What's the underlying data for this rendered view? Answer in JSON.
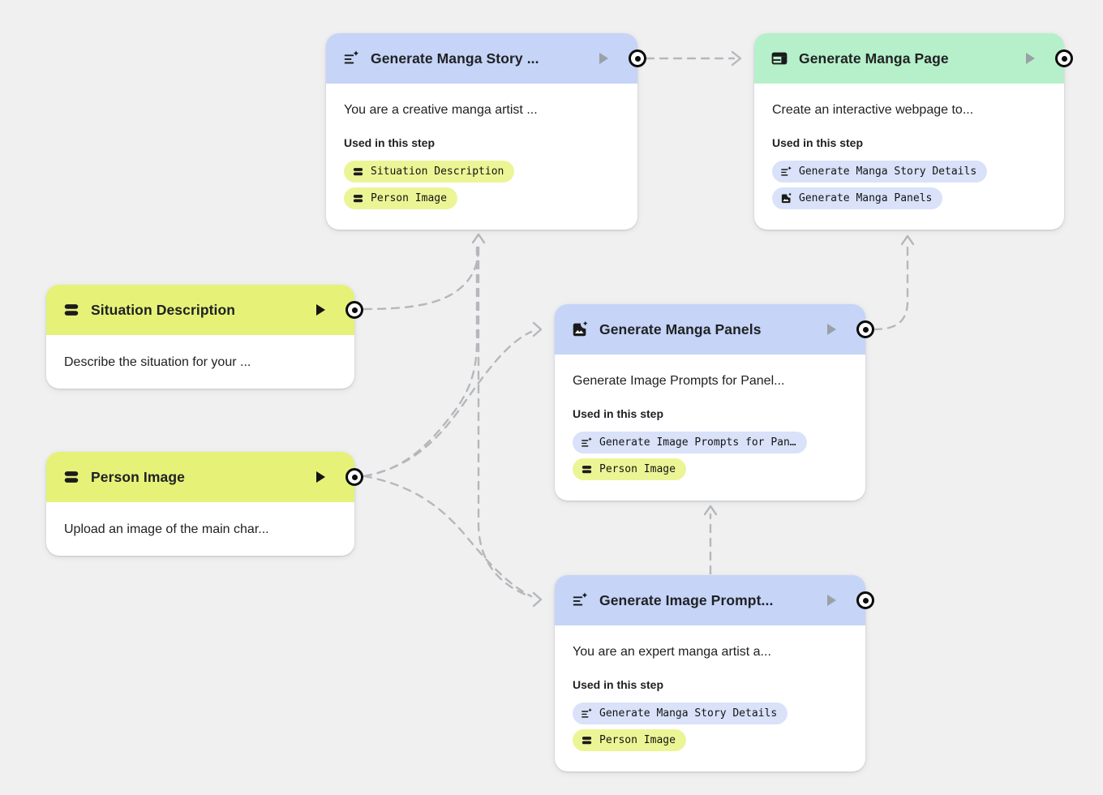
{
  "canvas": {
    "background": "#f0f0f1",
    "edge_color": "#b5b8bb"
  },
  "colors": {
    "prompt_header": "#c5d4f7",
    "output_header": "#b6f0ca",
    "input_header": "#e5f277",
    "input_chip": "#ecf595",
    "prompt_chip": "#d9e2f9"
  },
  "cards": {
    "generate_manga_story": {
      "title": "Generate Manga Story ...",
      "icon": "prompt-icon",
      "body": "You are a creative manga artist ...",
      "used_label": "Used in this step",
      "chips": [
        {
          "label": "Situation Description",
          "icon": "text-input-icon",
          "color": "yellow"
        },
        {
          "label": "Person Image",
          "icon": "text-input-icon",
          "color": "yellow"
        }
      ]
    },
    "generate_manga_page": {
      "title": "Generate Manga Page",
      "icon": "web-icon",
      "body": "Create an interactive webpage to...",
      "used_label": "Used in this step",
      "chips": [
        {
          "label": "Generate Manga Story Details",
          "icon": "prompt-icon",
          "color": "blue"
        },
        {
          "label": "Generate Manga Panels",
          "icon": "image-sparkle-icon",
          "color": "blue"
        }
      ]
    },
    "situation_description": {
      "title": "Situation Description",
      "icon": "text-input-icon",
      "body": "Describe the situation for your ..."
    },
    "person_image": {
      "title": "Person Image",
      "icon": "text-input-icon",
      "body": "Upload an image of the main char..."
    },
    "generate_manga_panels": {
      "title": "Generate Manga Panels",
      "icon": "image-sparkle-icon",
      "body": "Generate Image Prompts for Panel...",
      "used_label": "Used in this step",
      "chips": [
        {
          "label": "Generate Image Prompts for Pan…",
          "icon": "prompt-icon",
          "color": "blue"
        },
        {
          "label": "Person Image",
          "icon": "text-input-icon",
          "color": "yellow"
        }
      ]
    },
    "generate_image_prompts": {
      "title": "Generate Image Prompt...",
      "icon": "prompt-icon",
      "body": "You are an expert manga artist a...",
      "used_label": "Used in this step",
      "chips": [
        {
          "label": "Generate Manga Story Details",
          "icon": "prompt-icon",
          "color": "blue"
        },
        {
          "label": "Person Image",
          "icon": "text-input-icon",
          "color": "yellow"
        }
      ]
    }
  }
}
